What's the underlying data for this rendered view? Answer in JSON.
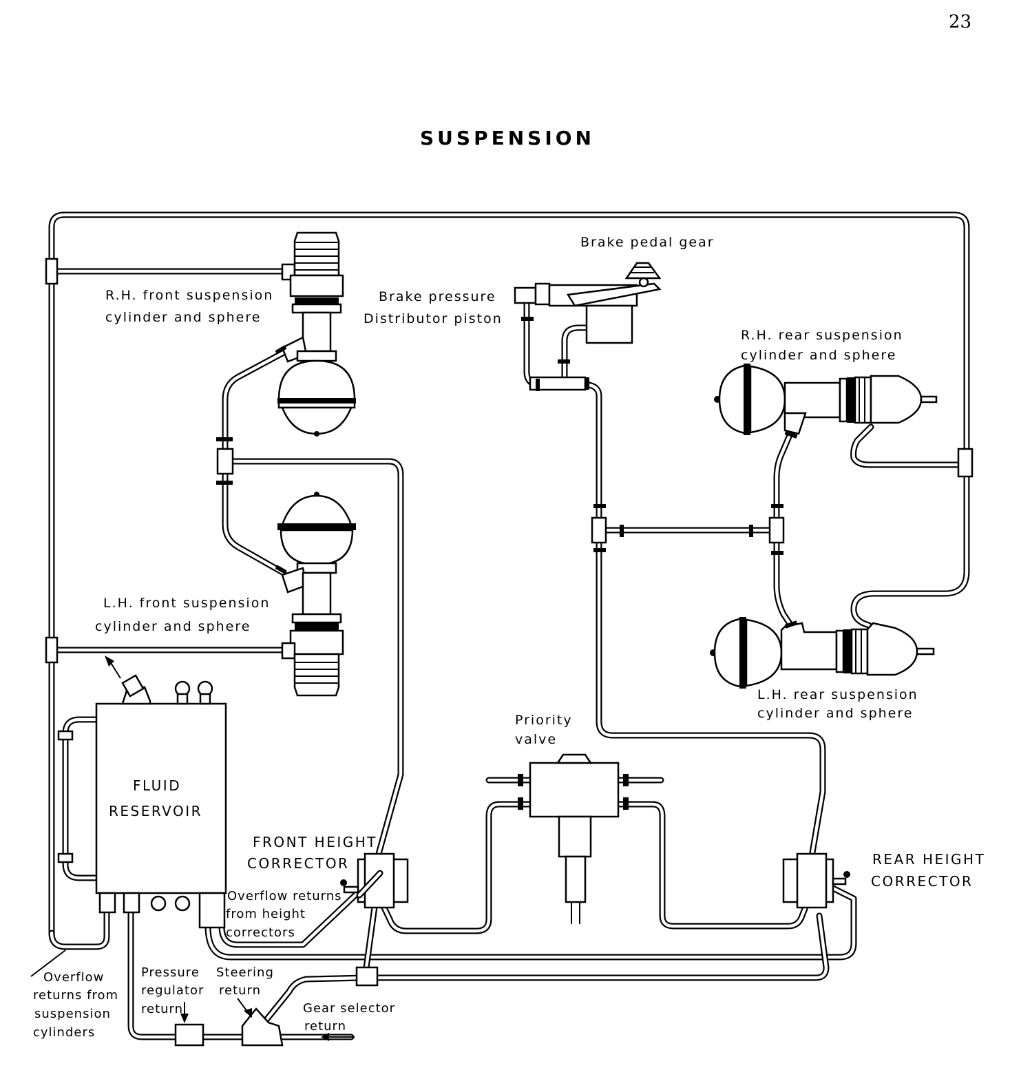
{
  "page_number": "23",
  "title": "SUSPENSION",
  "labels": {
    "brake_pedal_gear": "Brake pedal gear",
    "brake_pressure_1": "Brake pressure",
    "brake_pressure_2": "Distributor piston",
    "rh_front_1": "R.H. front suspension",
    "rh_front_2": "cylinder and sphere",
    "lh_front_1": "L.H. front suspension",
    "lh_front_2": "cylinder and sphere",
    "rh_rear_1": "R.H. rear suspension",
    "rh_rear_2": "cylinder and sphere",
    "lh_rear_1": "L.H. rear suspension",
    "lh_rear_2": "cylinder and sphere",
    "priority_1": "Priority",
    "priority_2": "valve",
    "fluid_1": "FLUID",
    "fluid_2": "RESERVOIR",
    "front_hc_1": "FRONT HEIGHT",
    "front_hc_2": "CORRECTOR",
    "rear_hc_1": "REAR HEIGHT",
    "rear_hc_2": "CORRECTOR",
    "overflow_hc_1": "Overflow returns",
    "overflow_hc_2": "from height",
    "overflow_hc_3": "correctors",
    "overflow_susp_1": "Overflow",
    "overflow_susp_2": "returns from",
    "overflow_susp_3": "suspension",
    "overflow_susp_4": "cylinders",
    "pressure_reg_1": "Pressure",
    "pressure_reg_2": "regulator",
    "pressure_reg_3": "return",
    "steering_1": "Steering",
    "steering_2": "return",
    "gear_sel_1": "Gear selector",
    "gear_sel_2": "return"
  }
}
